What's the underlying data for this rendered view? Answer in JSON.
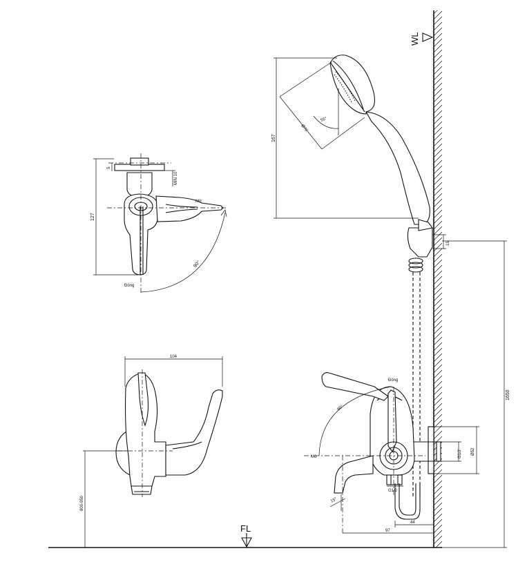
{
  "markers": {
    "wall_level": "WL",
    "floor_level": "FL"
  },
  "top_view": {
    "dim_height": "127",
    "dim_min": "MIN 10",
    "dim_plate": "5",
    "angle": "90°",
    "label_open": "Mở",
    "label_close": "Đóng"
  },
  "front_view": {
    "dim_width": "104",
    "dim_height": "800-950"
  },
  "shower_view": {
    "dim_head_height": "167",
    "dim_diameter": "Ø70",
    "angle": "55°",
    "dim_holder": "15",
    "dim_total_height": "1650"
  },
  "side_view": {
    "label_close": "Đóng",
    "label_open": "Mở",
    "angle": "90°",
    "thread_bottom": "G1/2",
    "thread_side": "G1/2",
    "dim_flange": "Ø52",
    "spout_angle": "15°",
    "dim_44": "44",
    "dim_97": "97"
  }
}
